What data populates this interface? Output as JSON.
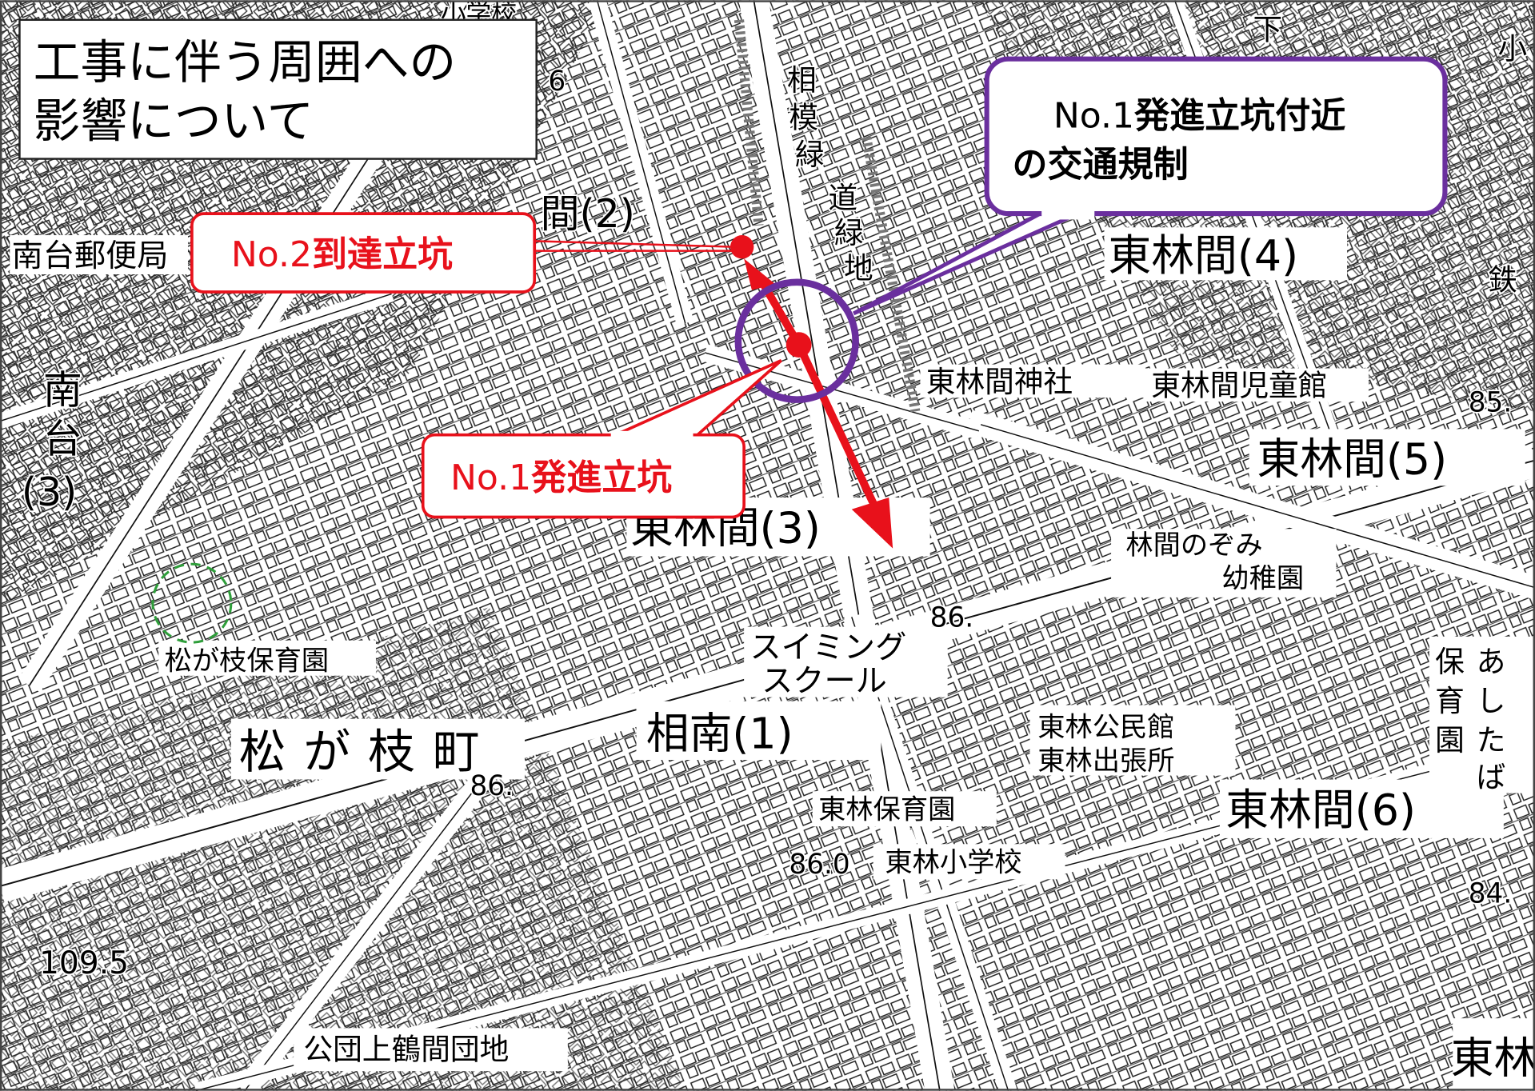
{
  "title": {
    "line1": "工事に伴う周囲への",
    "line2": "影響について"
  },
  "callouts": {
    "shaft2": {
      "prefix": "No.2",
      "suffix": "到達立坑",
      "color": "#e8111b"
    },
    "shaft1": {
      "prefix": "No.1",
      "suffix": "発進立坑",
      "color": "#e8111b"
    },
    "traffic": {
      "prefix": "No.1",
      "line1": "発進立坑付近",
      "line2": "の交通規制",
      "color": "#6a2f9e"
    }
  },
  "map_labels": {
    "nanbu_post": "南台郵便局",
    "nandai_3_a": "南",
    "nandai_3_b": "台",
    "nandai_3_c": "(3)",
    "matsugae_nursery": "松が枝保育園",
    "matsugae_town": "松が枝町",
    "sagami_green_1": "相",
    "sagami_green_2": "模",
    "sagami_green_3": "緑",
    "sagami_green_4": "道",
    "sagami_green_5": "緑",
    "sagami_green_6": "地",
    "higashirinkan_2": "間(2)",
    "higashirinkan_3": "東林間(3)",
    "higashirinkan_4": "東林間(4)",
    "higashirinkan_5": "東林間(5)",
    "higashirinkan_6": "東林間(6)",
    "shrine": "東林間神社",
    "childrens_hall": "東林間児童館",
    "kindergarten_1": "林間のぞみ",
    "kindergarten_2": "幼稚園",
    "swim_1": "スイミング",
    "swim_2": "スクール",
    "sonan_1": "相南(1)",
    "community_1": "東林公民館",
    "community_2": "東林出張所",
    "higashibayashi_nursery": "東林保育園",
    "elementary": "東林小学校",
    "danchi": "公団上鶴間団地",
    "right_top_1": "下",
    "right_top_2": "小",
    "right_edge_1": "保",
    "right_edge_2": "育",
    "right_edge_3": "園",
    "right_edge_4": "あ",
    "right_edge_5": "し",
    "right_edge_6": "た",
    "right_edge_7": "ば",
    "bottom_right": "東林",
    "elev_86_a": "86.",
    "elev_86_b": "86.",
    "elev_86_0": "86.0",
    "elev_84": "84.",
    "elev_109": "109.5",
    "elev_85": "85.",
    "top_left_6": "6",
    "top_school": "小学校",
    "tetsu": "鉄"
  },
  "colors": {
    "route": "#e8111b",
    "traffic_circle": "#6a2f9e",
    "nursery_ring": "#2e9e3a"
  },
  "icons": {
    "shaft2_marker": "red-dot-icon",
    "shaft1_marker": "red-dot-icon",
    "route_arrow": "double-arrow-icon",
    "traffic_zone": "circle-icon",
    "nursery_ring": "dashed-circle-icon"
  }
}
